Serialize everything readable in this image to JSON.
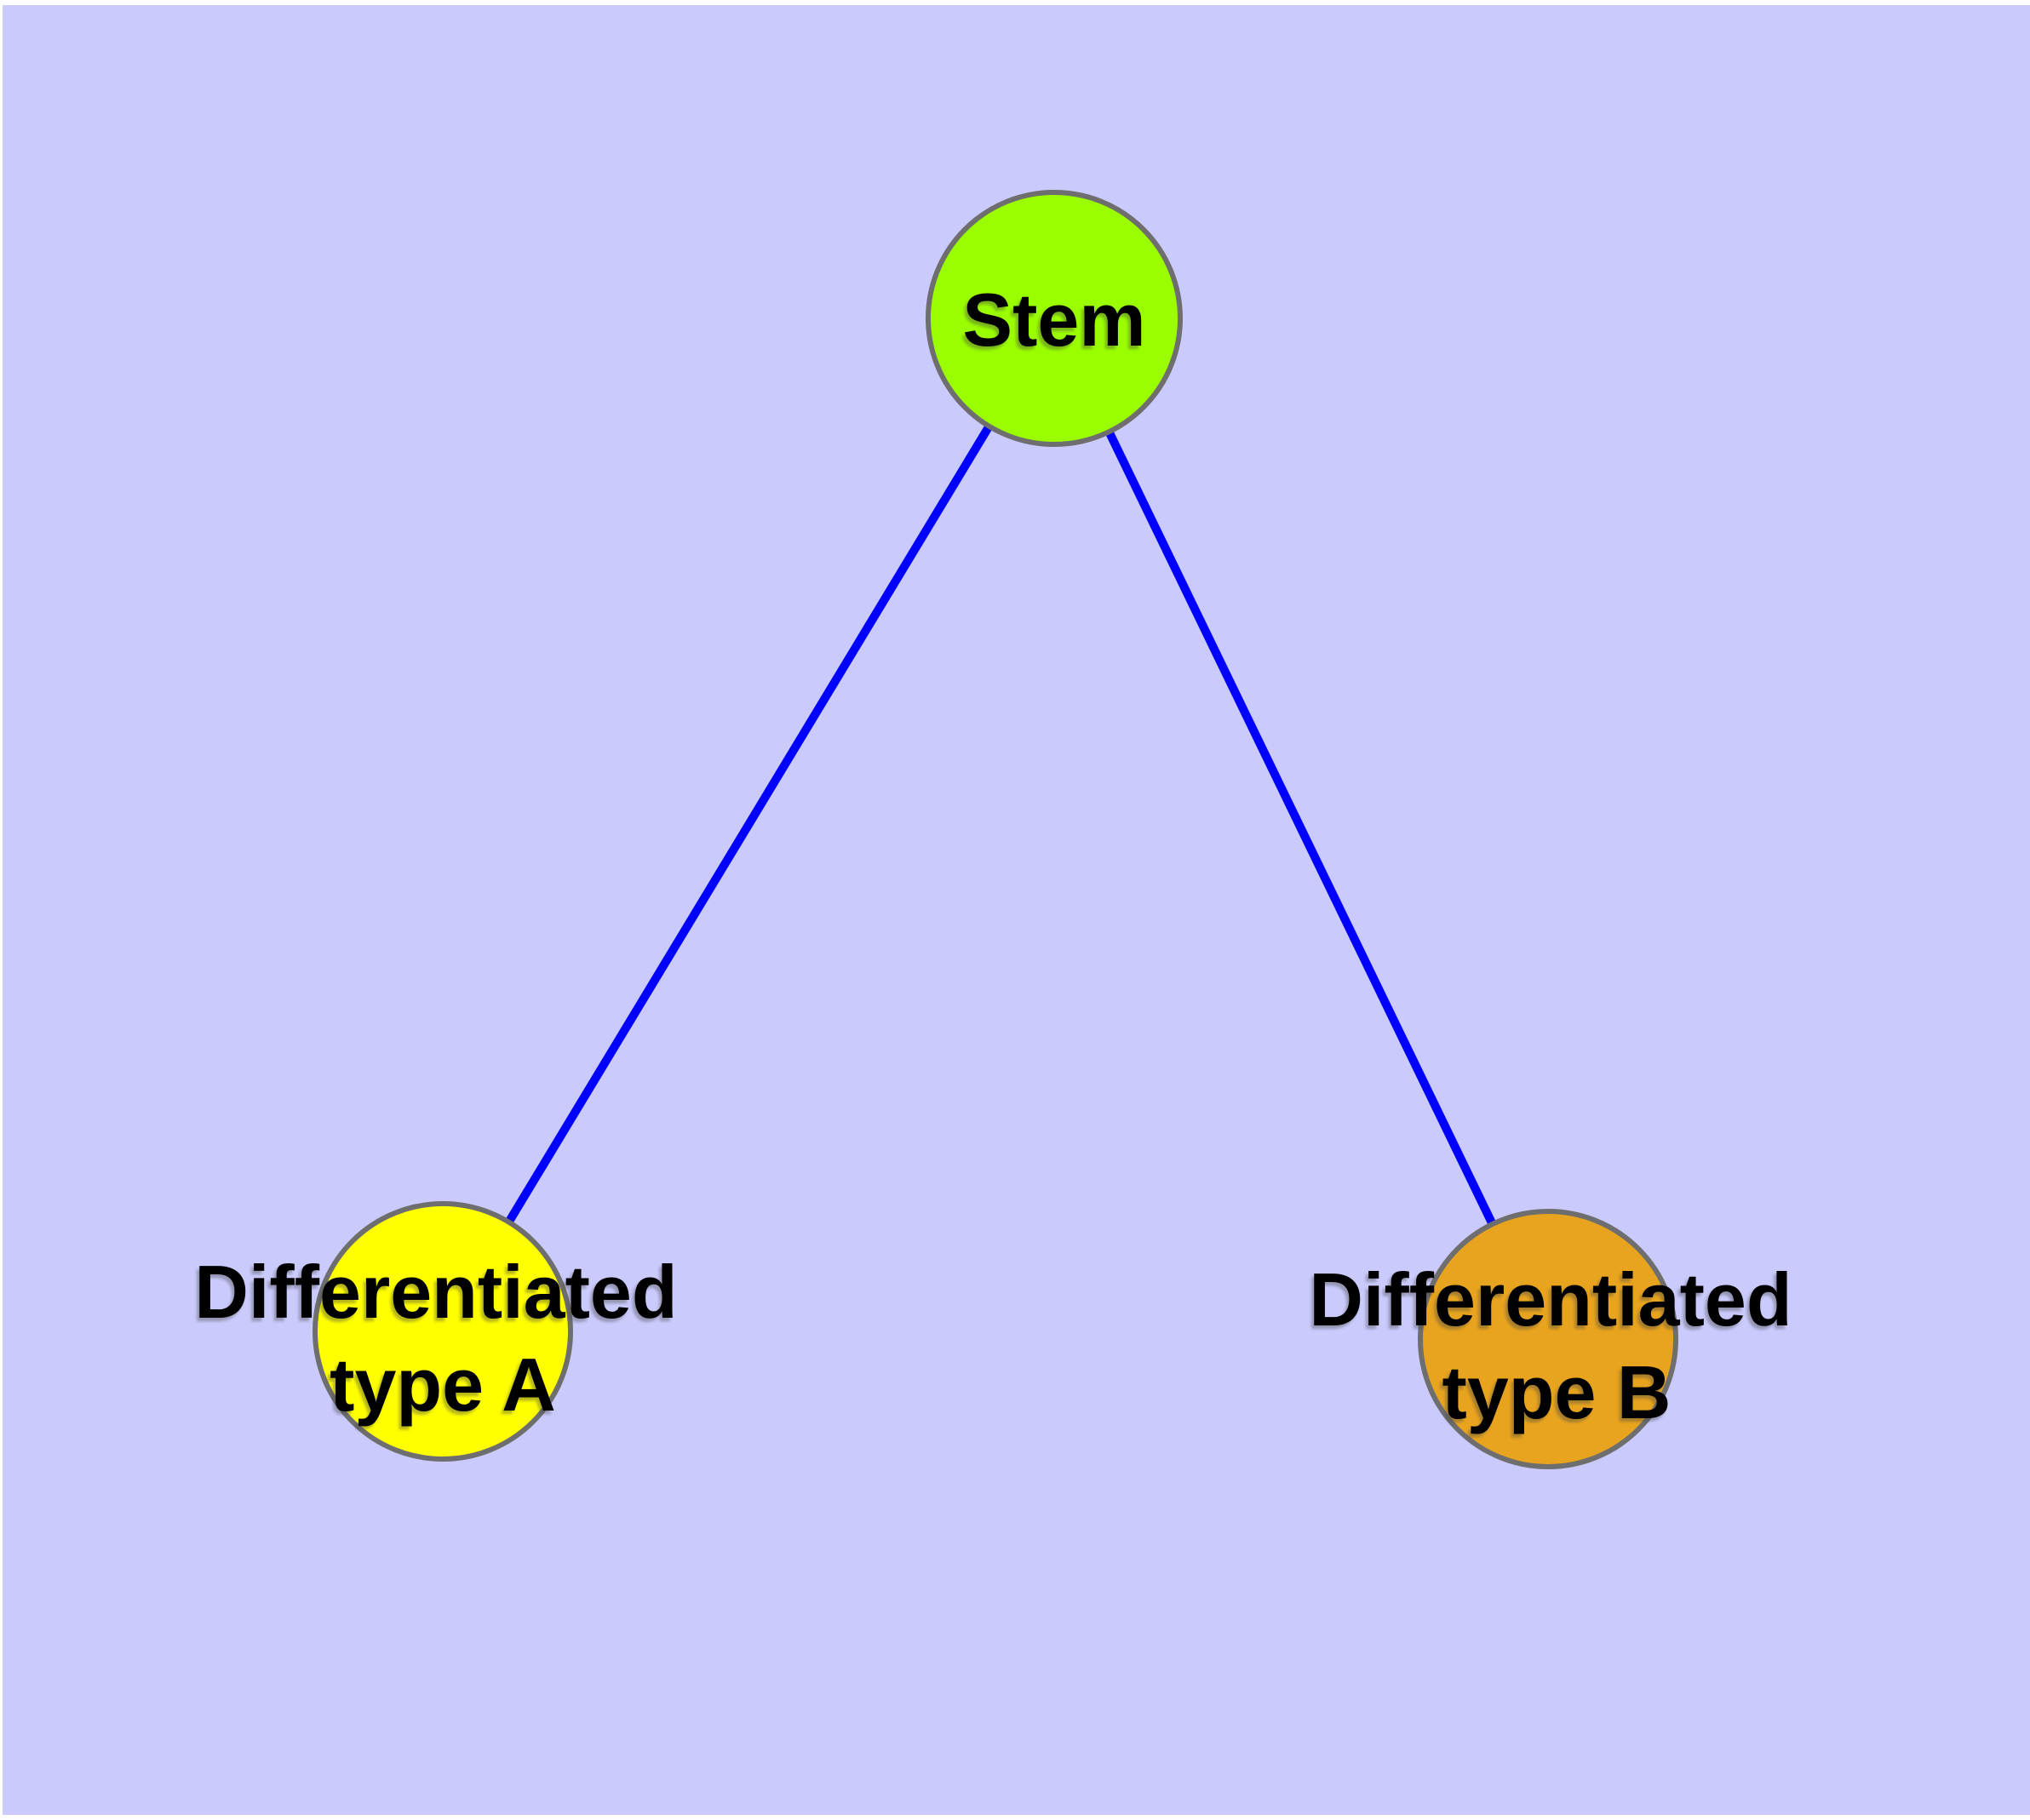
{
  "diagram": {
    "type": "graph",
    "background_color": "#CACAFC",
    "page_margin_color": "#FFFFFF",
    "edge_color": "#0000FE",
    "edge_width": 10,
    "node_border_color": "#6E6E6E",
    "text_color": "#000000",
    "nodes": [
      {
        "id": "stem",
        "label": "Stem",
        "line1": "Stem",
        "line2": "",
        "fill": "#9AFE00"
      },
      {
        "id": "differentiated-type-a",
        "label": "Differentiated type A",
        "line1": "Differentiated",
        "line2": "type A",
        "fill": "#FFFF00"
      },
      {
        "id": "differentiated-type-b",
        "label": "Differentiated type B",
        "line1": "Differentiated",
        "line2": "type B",
        "fill": "#E8A41E"
      }
    ],
    "edges": [
      {
        "from": "Stem",
        "to": "Differentiated type A"
      },
      {
        "from": "Stem",
        "to": "Differentiated type B"
      }
    ]
  }
}
